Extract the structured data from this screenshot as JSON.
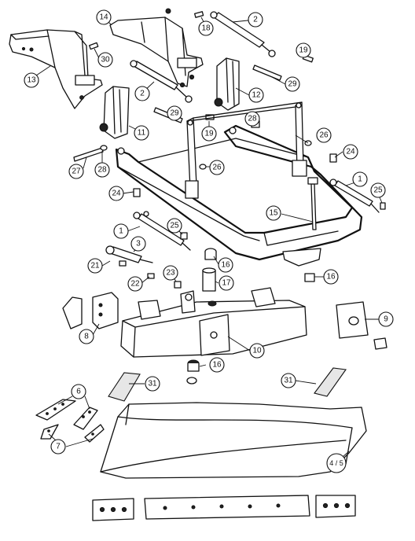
{
  "callouts": [
    {
      "id": "c14a",
      "label": "14"
    },
    {
      "id": "c2a",
      "label": "2"
    },
    {
      "id": "c18",
      "label": "18"
    },
    {
      "id": "c30",
      "label": "30"
    },
    {
      "id": "c13",
      "label": "13"
    },
    {
      "id": "c19a",
      "label": "19"
    },
    {
      "id": "c2b",
      "label": "2"
    },
    {
      "id": "c29a",
      "label": "29"
    },
    {
      "id": "c12",
      "label": "12"
    },
    {
      "id": "c29b",
      "label": "29"
    },
    {
      "id": "c11",
      "label": "11"
    },
    {
      "id": "c19b",
      "label": "19"
    },
    {
      "id": "c28a",
      "label": "28"
    },
    {
      "id": "c26a",
      "label": "26"
    },
    {
      "id": "c24a",
      "label": "24"
    },
    {
      "id": "c27",
      "label": "27"
    },
    {
      "id": "c28b",
      "label": "28"
    },
    {
      "id": "c26b",
      "label": "26"
    },
    {
      "id": "c1a",
      "label": "1"
    },
    {
      "id": "c24b",
      "label": "24"
    },
    {
      "id": "c25a",
      "label": "25"
    },
    {
      "id": "c15",
      "label": "15"
    },
    {
      "id": "c1b",
      "label": "1"
    },
    {
      "id": "c25b",
      "label": "25"
    },
    {
      "id": "c3",
      "label": "3"
    },
    {
      "id": "c21",
      "label": "21"
    },
    {
      "id": "c16a",
      "label": "16"
    },
    {
      "id": "c23",
      "label": "23"
    },
    {
      "id": "c22",
      "label": "22"
    },
    {
      "id": "c17",
      "label": "17"
    },
    {
      "id": "c16b",
      "label": "16"
    },
    {
      "id": "c8",
      "label": "8"
    },
    {
      "id": "c10",
      "label": "10"
    },
    {
      "id": "c9",
      "label": "9"
    },
    {
      "id": "c16c",
      "label": "16"
    },
    {
      "id": "c31a",
      "label": "31"
    },
    {
      "id": "c31b",
      "label": "31"
    },
    {
      "id": "c6",
      "label": "6"
    },
    {
      "id": "c7",
      "label": "7"
    },
    {
      "id": "c45",
      "label": "4 / 5"
    }
  ]
}
